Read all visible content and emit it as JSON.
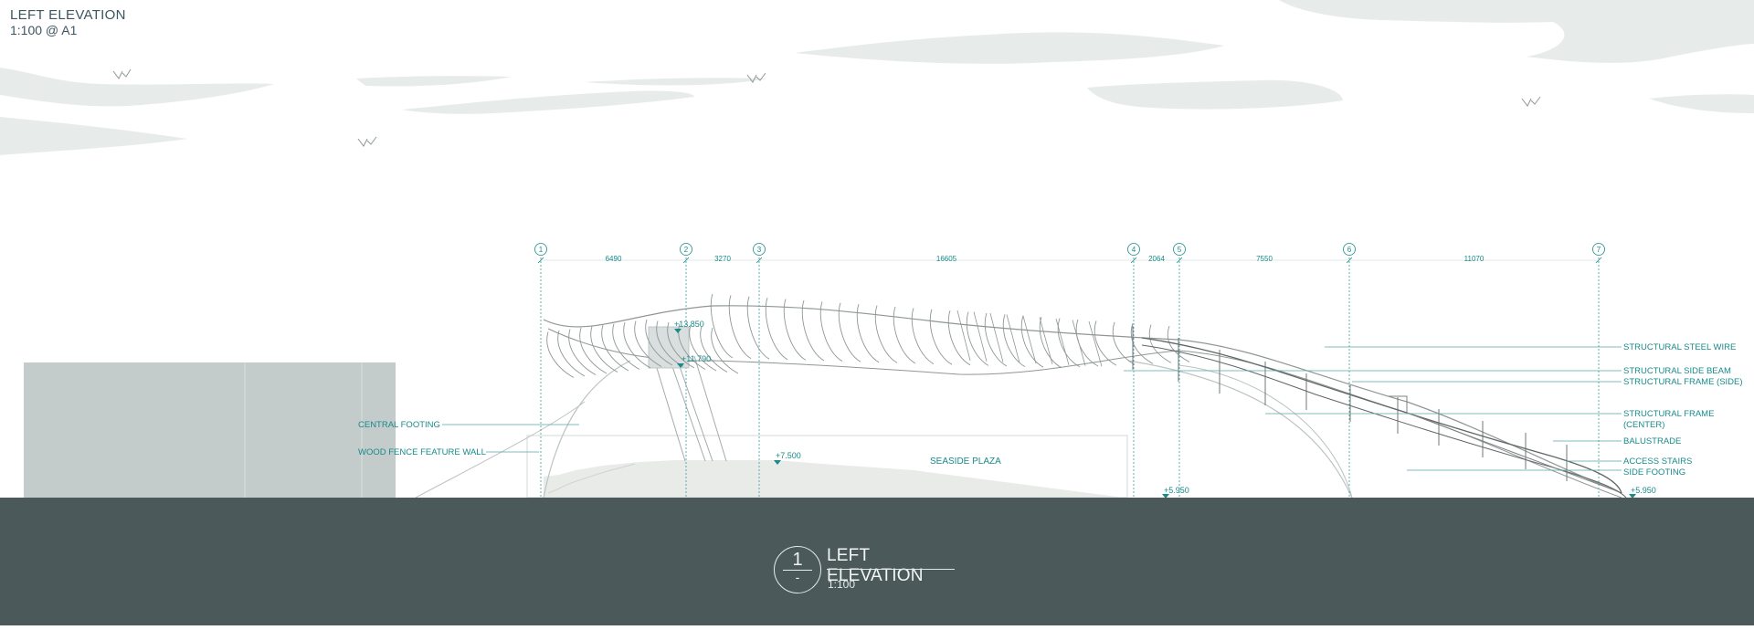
{
  "sheet": {
    "title": "LEFT ELEVATION",
    "scale": "1:100 @ A1"
  },
  "view_title": {
    "number": "1",
    "sheet": "-",
    "name": "LEFT ELEVATION",
    "scale": "1:100"
  },
  "grid_lines": [
    "1",
    "2",
    "3",
    "4",
    "5",
    "6",
    "7"
  ],
  "dimensions": [
    "6490",
    "3270",
    "16605",
    "2064",
    "7550",
    "11070"
  ],
  "levels": [
    "+13.850",
    "+11.790",
    "+7.500",
    "+5.950",
    "+5.950"
  ],
  "callouts_left": [
    "CENTRAL FOOTING",
    "WOOD FENCE FEATURE WALL"
  ],
  "callouts_right": [
    "STRUCTURAL STEEL WIRE",
    "STRUCTURAL SIDE BEAM",
    "STRUCTURAL FRAME (SIDE)",
    "STRUCTURAL FRAME",
    "(CENTER)",
    "BALUSTRADE",
    "ACCESS STAIRS",
    "SIDE FOOTING"
  ],
  "area_label": "SEASIDE PLAZA",
  "colors": {
    "annotation": "#1a8a8a",
    "sky": "#e7ecea",
    "building": "#c3cccb",
    "ground": "#4c595a",
    "plaza": "#e9ebe8",
    "structure": "#8f9696"
  }
}
